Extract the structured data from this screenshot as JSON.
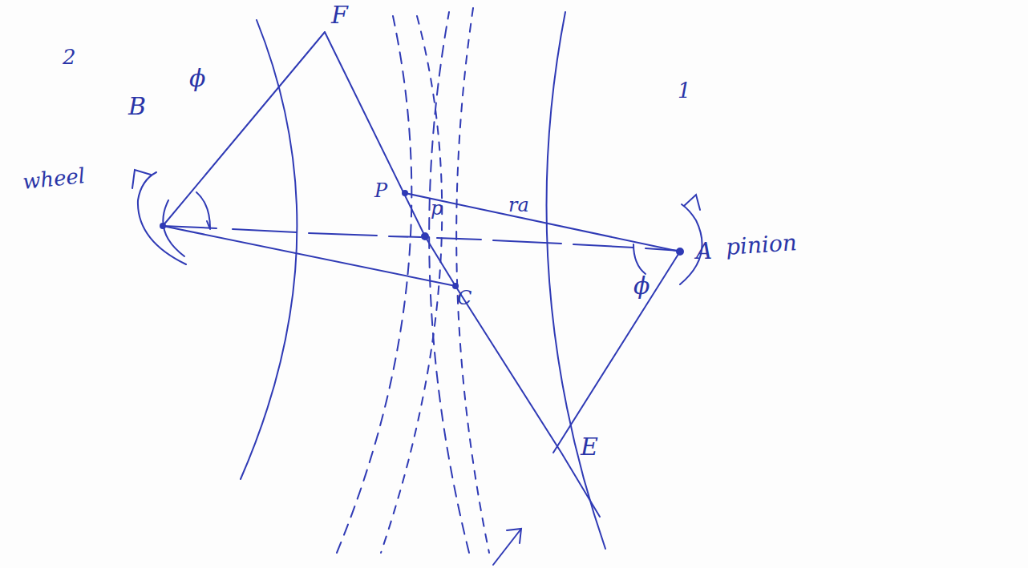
{
  "diagram": {
    "labels": [
      "F",
      "2",
      "ϕ",
      "B",
      "P",
      "p",
      "ra",
      "1",
      "A",
      "pinion",
      "ϕ",
      "C",
      "wheel",
      "E"
    ]
  }
}
